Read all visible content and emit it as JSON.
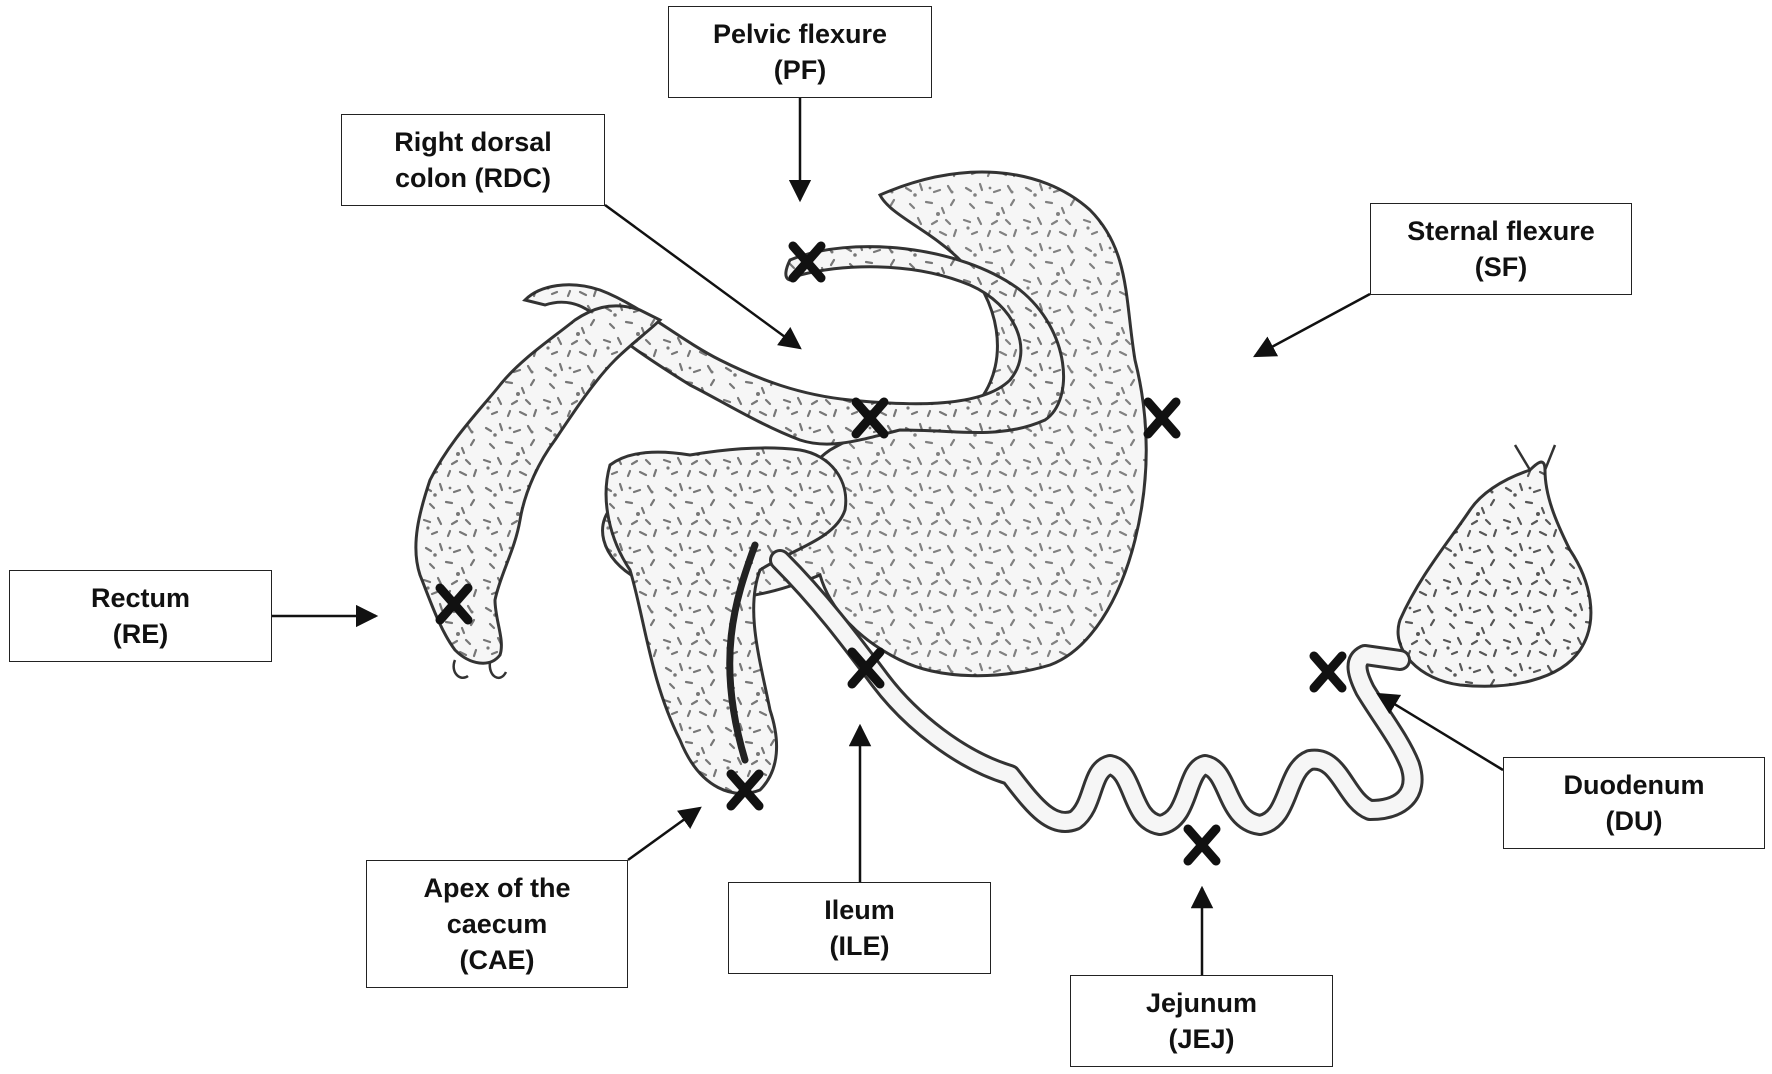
{
  "colors": {
    "ink": "#111111",
    "organ_fill": "#f6f6f6",
    "organ_stroke": "#333333",
    "speckle": "#222222"
  },
  "icons": {
    "sampling_site": "x-mark-icon"
  },
  "labels": {
    "pf": {
      "line1": "Pelvic flexure",
      "line2": "(PF)"
    },
    "rdc": {
      "line1": "Right dorsal",
      "line2": "colon (RDC)"
    },
    "sf": {
      "line1": "Sternal flexure",
      "line2": "(SF)"
    },
    "re": {
      "line1": "Rectum",
      "line2": "(RE)"
    },
    "du": {
      "line1": "Duodenum",
      "line2": "(DU)"
    },
    "cae": {
      "line1": "Apex of the",
      "line2": "caecum",
      "line3": "(CAE)"
    },
    "ile": {
      "line1": "Ileum",
      "line2": "(ILE)"
    },
    "jej": {
      "line1": "Jejunum",
      "line2": "(JEJ)"
    }
  }
}
